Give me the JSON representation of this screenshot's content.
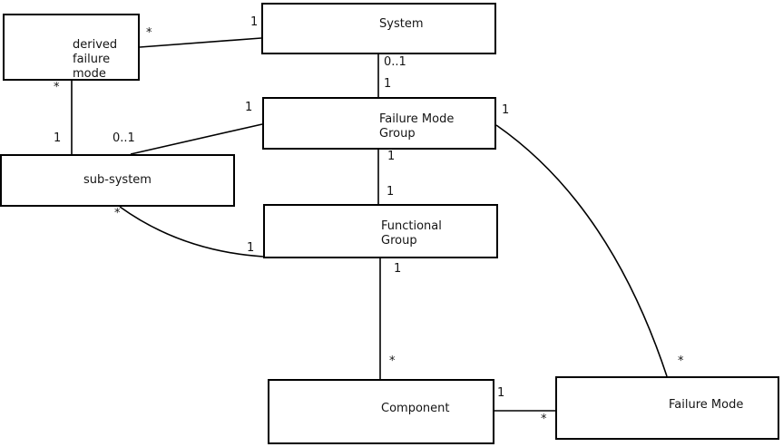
{
  "diagram": {
    "type": "uml-class-association-diagram",
    "colors": {
      "background": "#ffffff",
      "box_fill": "#ffffff",
      "box_border": "#000000",
      "line": "#000000",
      "text": "#141414"
    },
    "nodes": [
      {
        "id": "derived-failure-mode",
        "label": "derived\nfailure\nmode"
      },
      {
        "id": "system",
        "label": "System"
      },
      {
        "id": "failure-mode-group",
        "label": "Failure Mode\nGroup"
      },
      {
        "id": "sub-system",
        "label": "sub-system"
      },
      {
        "id": "functional-group",
        "label": "Functional\nGroup"
      },
      {
        "id": "component",
        "label": "Component"
      },
      {
        "id": "failure-mode",
        "label": "Failure Mode"
      }
    ],
    "edges": [
      {
        "from": "system",
        "to": "derived-failure-mode",
        "from_mult": "1",
        "to_mult": "*"
      },
      {
        "from": "system",
        "to": "failure-mode-group",
        "from_mult": "0..1",
        "to_mult": "1"
      },
      {
        "from": "derived-failure-mode",
        "to": "sub-system",
        "from_mult": "*",
        "to_mult": "1"
      },
      {
        "from": "failure-mode-group",
        "to": "sub-system",
        "from_mult": "1",
        "to_mult": "0..1"
      },
      {
        "from": "failure-mode-group",
        "to": "functional-group",
        "from_mult": "1",
        "to_mult": "1"
      },
      {
        "from": "sub-system",
        "to": "functional-group",
        "from_mult": "*",
        "to_mult": "1"
      },
      {
        "from": "functional-group",
        "to": "component",
        "from_mult": "1",
        "to_mult": "*"
      },
      {
        "from": "component",
        "to": "failure-mode",
        "from_mult": "1",
        "to_mult": "*"
      },
      {
        "from": "failure-mode-group",
        "to": "failure-mode",
        "from_mult": "1",
        "to_mult": "*"
      }
    ]
  }
}
